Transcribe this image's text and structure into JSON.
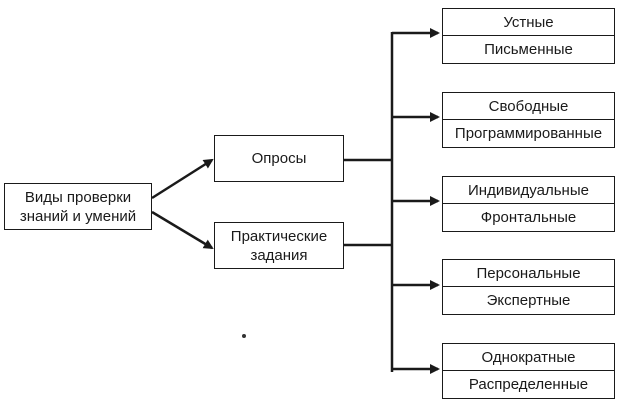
{
  "root": {
    "line1": "Виды проверки",
    "line2": "знаний и умений"
  },
  "middle": [
    {
      "line1": "Опросы",
      "line2": ""
    },
    {
      "line1": "Практические",
      "line2": "задания"
    }
  ],
  "groups": [
    {
      "top": "Устные",
      "bottom": "Письменные"
    },
    {
      "top": "Свободные",
      "bottom": "Программированные"
    },
    {
      "top": "Индивидуальные",
      "bottom": "Фронтальные"
    },
    {
      "top": "Персональные",
      "bottom": "Экспертные"
    },
    {
      "top": "Однократные",
      "bottom": "Распределенные"
    }
  ]
}
